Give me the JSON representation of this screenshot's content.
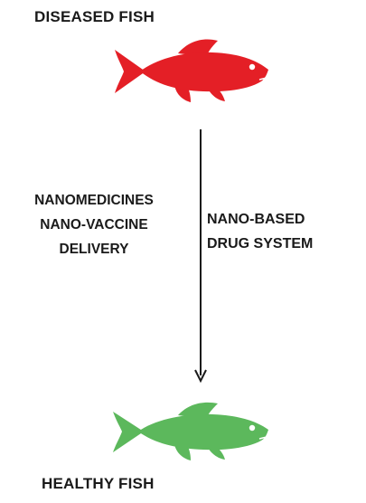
{
  "top_label": "DISEASED FISH",
  "bottom_label": "HEALTHY FISH",
  "left_text": {
    "line1": "NANOMEDICINES",
    "line2": "NANO-VACCINE",
    "line3": "DELIVERY"
  },
  "right_text": {
    "line1": "NANO-BASED",
    "line2": "DRUG SYSTEM"
  },
  "colors": {
    "diseased_fish": "#e41f26",
    "healthy_fish": "#5cb85c",
    "arrow": "#1a1a1a"
  },
  "icons": {
    "top_fish": "fish-icon",
    "bottom_fish": "fish-icon",
    "arrow": "arrow-down-icon"
  }
}
